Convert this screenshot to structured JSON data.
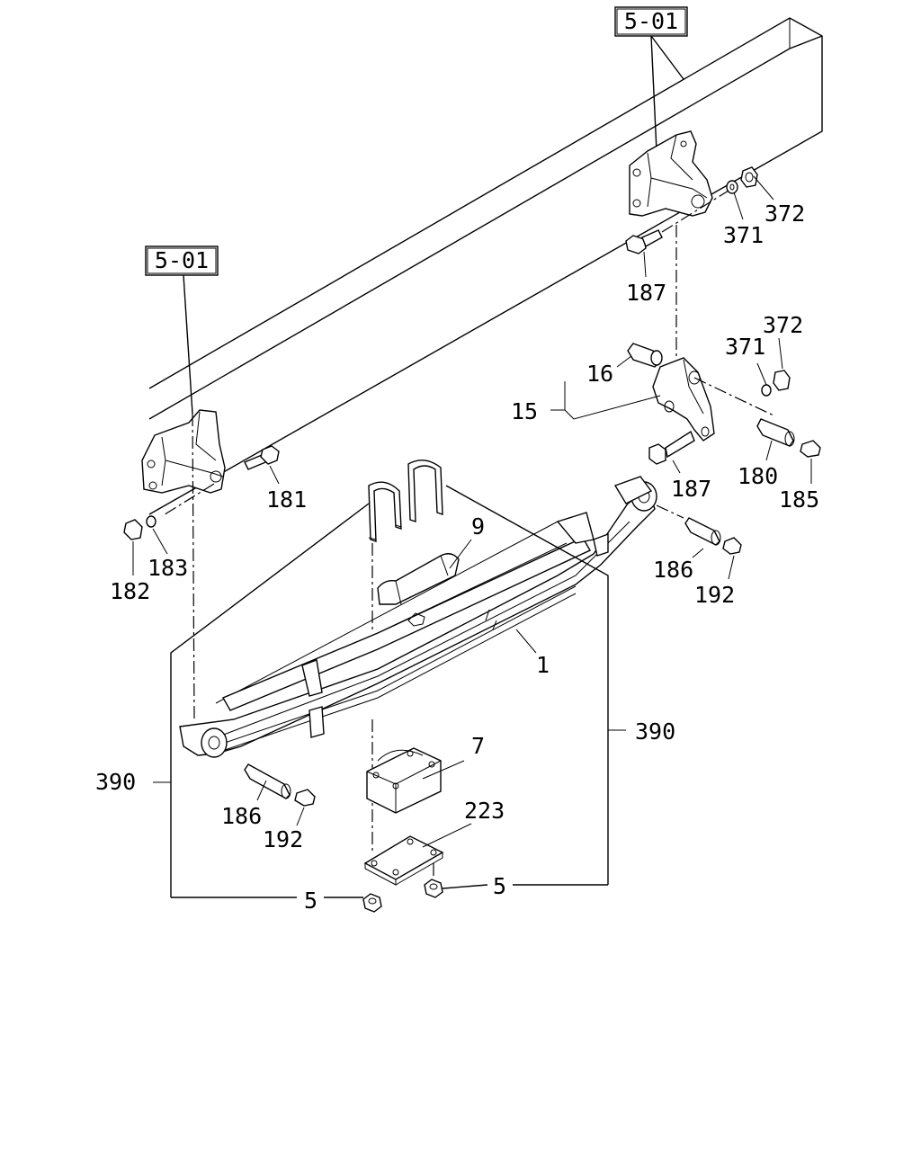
{
  "ref_boxes": [
    {
      "key": "ref_top",
      "text": "5-01"
    },
    {
      "key": "ref_left",
      "text": "5-01"
    }
  ],
  "callouts": {
    "p372a": "372",
    "p371a": "371",
    "p187a": "187",
    "p372b": "372",
    "p371b": "371",
    "p16": "16",
    "p15": "15",
    "p187b": "187",
    "p180": "180",
    "p185": "185",
    "p181": "181",
    "p183": "183",
    "p182": "182",
    "p9": "9",
    "p1": "1",
    "p186a": "186",
    "p192a": "192",
    "p390r": "390",
    "p390l": "390",
    "p7": "7",
    "p186b": "186",
    "p192b": "192",
    "p223": "223",
    "p5l": "5",
    "p5r": "5"
  },
  "colors": {
    "line": "#000000",
    "background": "#ffffff"
  }
}
